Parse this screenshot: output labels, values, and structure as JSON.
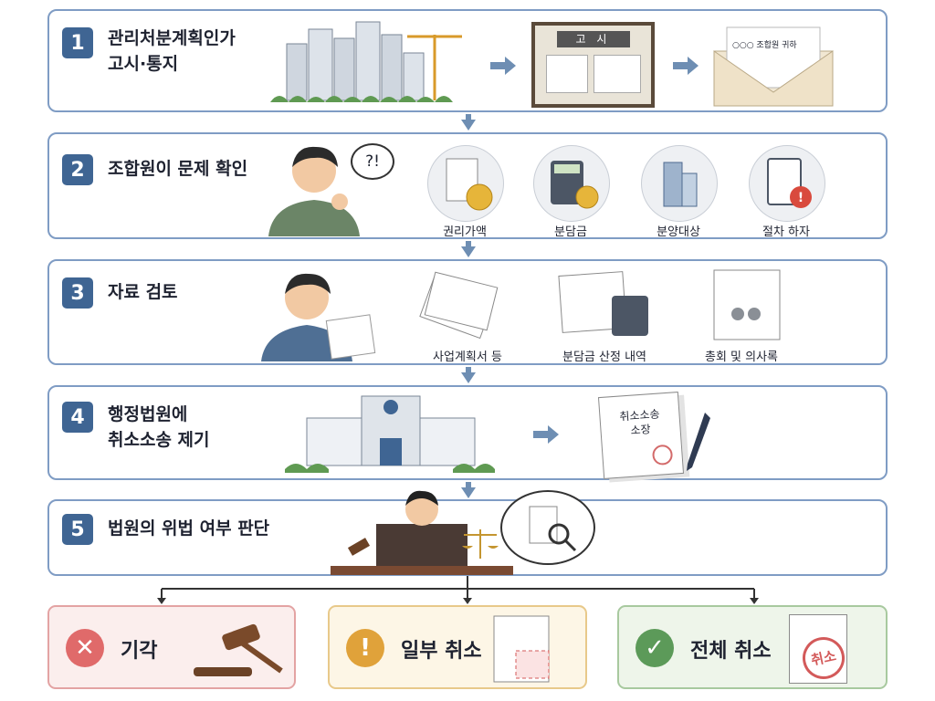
{
  "steps": [
    {
      "num": "1",
      "title": "관리처분계획인가\n고시·통지",
      "board_label": "고 시",
      "envelope_label": "○○○ 조합원 귀하"
    },
    {
      "num": "2",
      "title": "조합원이 문제 확인",
      "bubble": "?!",
      "items": [
        "권리가액",
        "분담금",
        "분양대상",
        "절차 하자"
      ]
    },
    {
      "num": "3",
      "title": "자료 검토",
      "items": [
        "사업계획서 등",
        "분담금 산정 내역",
        "총회 및 의사록"
      ]
    },
    {
      "num": "4",
      "title": "행정법원에\n취소소송 제기",
      "doc_label": "취소소송\n소장"
    },
    {
      "num": "5",
      "title": "법원의 위법 여부 판단"
    }
  ],
  "results": [
    {
      "label": "기각",
      "icon": "x-icon",
      "color": "#e06a6a"
    },
    {
      "label": "일부 취소",
      "icon": "exclamation-icon",
      "color": "#e0a23a"
    },
    {
      "label": "전체 취소",
      "icon": "check-icon",
      "color": "#5c9a59",
      "stamp": "취소"
    }
  ],
  "colors": {
    "accent": "#3f6593",
    "border": "#7f9cc4",
    "arrow": "#6e8eb3"
  }
}
